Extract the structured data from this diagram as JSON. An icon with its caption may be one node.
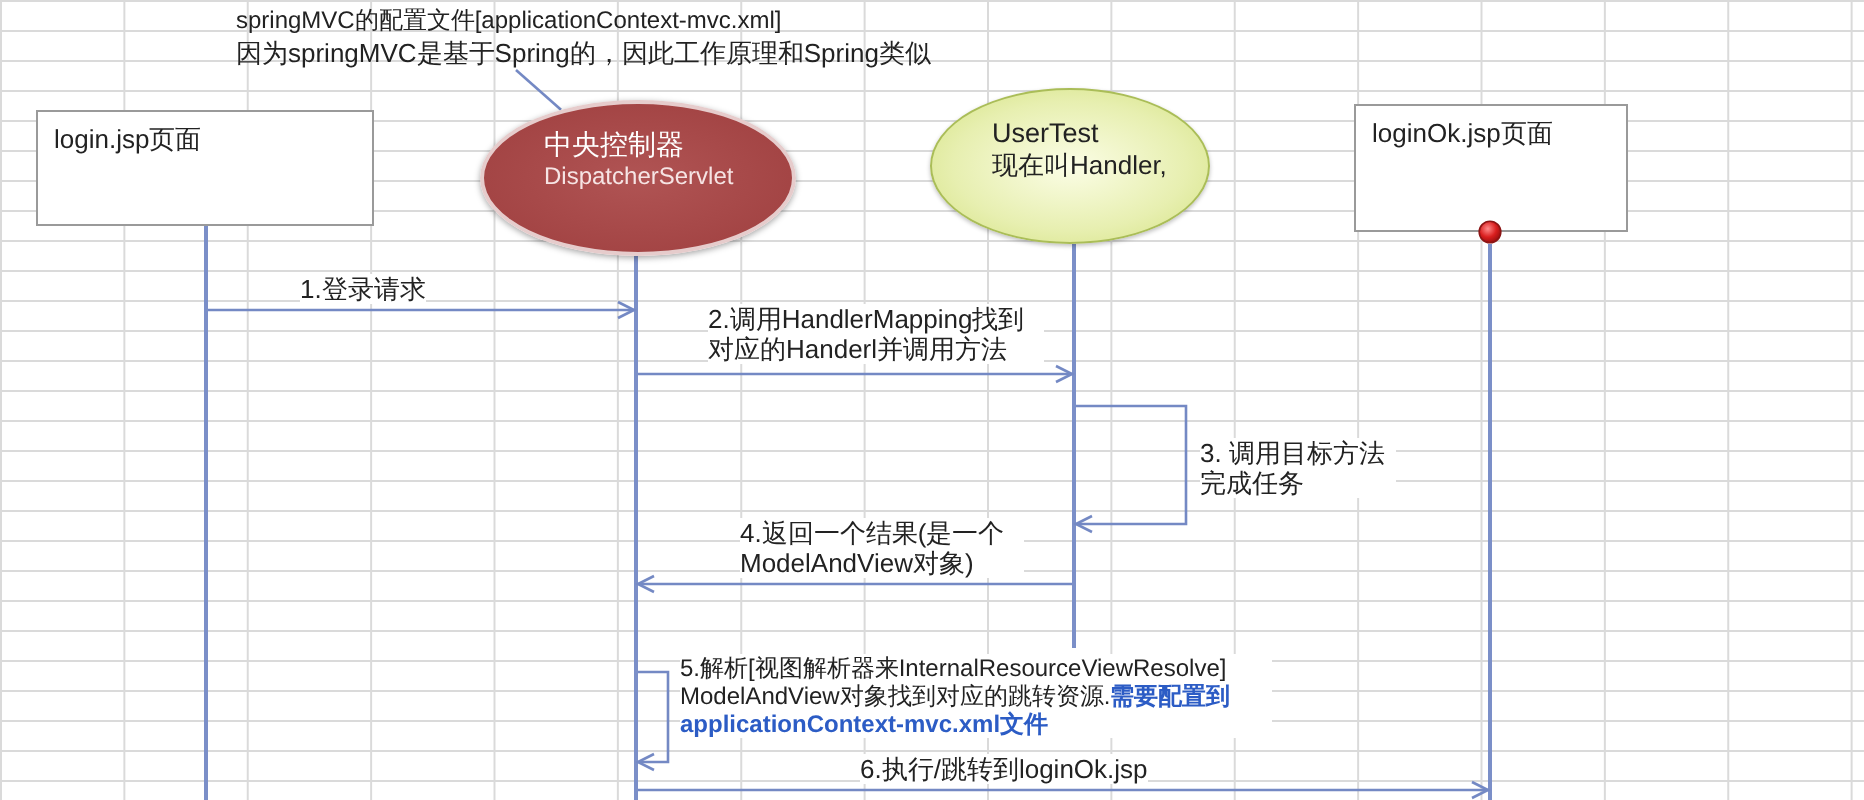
{
  "diagram": {
    "nodes": [
      {
        "text": [
          "springMVC的配置文件[applicationContext-mvc.xml]",
          "因为springMVC是基于Spring的，因此工作原理和Spring类似"
        ]
      },
      {
        "text": [
          "login.jsp页面"
        ]
      },
      {
        "text": [
          "中央控制器",
          "DispatcherServlet"
        ]
      },
      {
        "text": [
          "UserTest",
          "现在叫Handler,"
        ]
      },
      {
        "text": [
          "loginOk.jsp页面"
        ]
      },
      {
        "text": [],
        "shape": "line"
      },
      {
        "text": [],
        "shape": "line"
      },
      {
        "text": [],
        "shape": "line"
      },
      {
        "text": [],
        "shape": "line"
      }
    ],
    "edges": [
      {
        "from": 0,
        "to": 2,
        "arrow": "none"
      },
      {
        "from": 5,
        "to": 6,
        "arrow": "to",
        "label": "1.登录请求"
      },
      {
        "from": 6,
        "to": 7,
        "arrow": "to",
        "label": "2.调用HandlerMapping找到对应的Handerl并调用方法"
      },
      {
        "from": 7,
        "to": 7,
        "arrow": "to",
        "label": "3. 调用目标方法完成任务"
      },
      {
        "from": 7,
        "to": 6,
        "arrow": "to",
        "label": "4.返回一个结果(是一个ModelAndView对象)"
      },
      {
        "from": 6,
        "to": 6,
        "arrow": "to",
        "label": "5.解析[视图解析器来InternalResourceViewResolve] ModelAndView对象找到对应的跳转资源.**需要配置到applicationContext-mvc.xml文件**"
      },
      {
        "from": 6,
        "to": 8,
        "arrow": "to",
        "label": "6.执行/跳转到loginOk.jsp"
      }
    ]
  }
}
